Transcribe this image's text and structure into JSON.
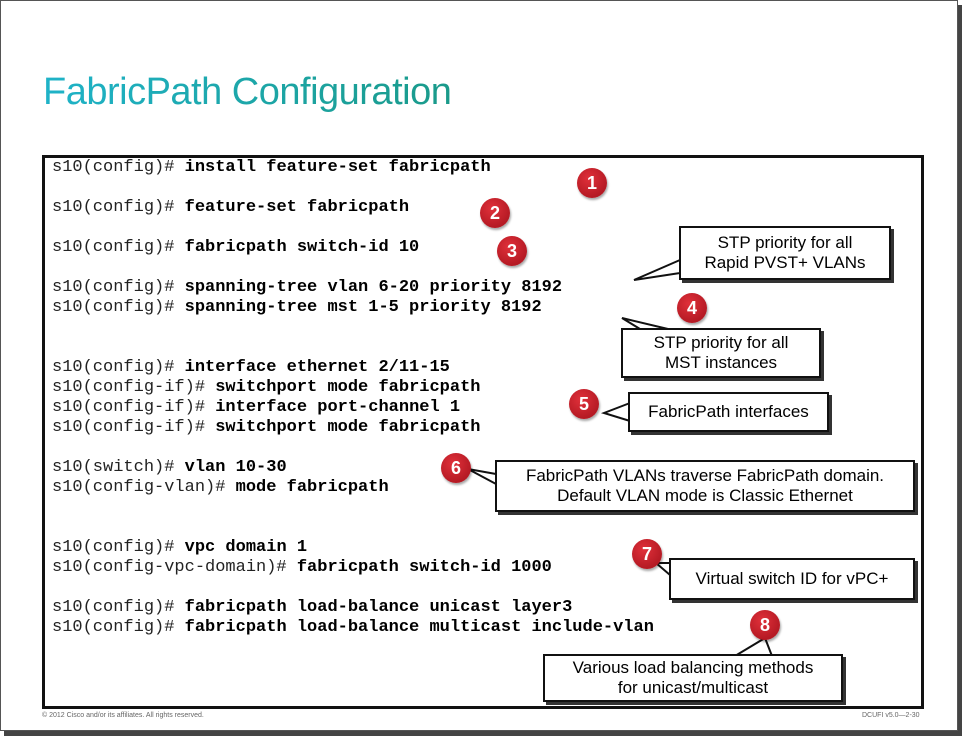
{
  "slide": {
    "title": "FabricPath Configuration",
    "footer_left": "© 2012 Cisco and/or its affiliates. All rights reserved.",
    "footer_right": "DCUFI v5.0—2-30"
  },
  "code_lines": [
    {
      "prompt": "s10(config)# ",
      "cmd": "install feature-set fabricpath"
    },
    {
      "prompt": "s10(config)# ",
      "cmd": "feature-set fabricpath"
    },
    {
      "prompt": "s10(config)# ",
      "cmd": "fabricpath switch-id 10"
    },
    {
      "prompt": "s10(config)# ",
      "cmd": "spanning-tree vlan 6-20 priority 8192"
    },
    {
      "prompt": "s10(config)# ",
      "cmd": "spanning-tree mst 1-5 priority 8192"
    },
    {
      "prompt": "s10(config)# ",
      "cmd": "interface ethernet 2/11-15"
    },
    {
      "prompt": "s10(config-if)# ",
      "cmd": "switchport mode fabricpath"
    },
    {
      "prompt": "s10(config-if)# ",
      "cmd": "interface port-channel 1"
    },
    {
      "prompt": "s10(config-if)# ",
      "cmd": "switchport mode fabricpath"
    },
    {
      "prompt": "s10(switch)# ",
      "cmd": "vlan 10-30"
    },
    {
      "prompt": "s10(config-vlan)# ",
      "cmd": "mode fabricpath"
    },
    {
      "prompt": "s10(config)# ",
      "cmd": "vpc domain 1"
    },
    {
      "prompt": "s10(config-vpc-domain)# ",
      "cmd": "fabricpath switch-id 1000"
    },
    {
      "prompt": "s10(config)# ",
      "cmd": "fabricpath load-balance unicast layer3"
    },
    {
      "prompt": "s10(config)# ",
      "cmd": "fabricpath load-balance multicast include-vlan"
    }
  ],
  "badges": [
    "1",
    "2",
    "3",
    "4",
    "5",
    "6",
    "7",
    "8"
  ],
  "callouts": {
    "stp_pvst": {
      "line1": "STP priority for all",
      "line2": "Rapid PVST+ VLANs"
    },
    "stp_mst": {
      "line1": "STP priority for all",
      "line2": "MST instances"
    },
    "fp_interfaces": {
      "line1": "FabricPath interfaces"
    },
    "fp_vlans": {
      "line1": "FabricPath VLANs traverse FabricPath domain.",
      "line2": "Default VLAN mode is Classic Ethernet"
    },
    "vpc_plus": {
      "line1": "Virtual switch ID for vPC+"
    },
    "load_balance": {
      "line1": "Various load balancing methods",
      "line2": "for unicast/multicast"
    }
  },
  "colors": {
    "badge": "#c8202a",
    "title_start": "#1fb3c8",
    "title_end": "#1a9a8a"
  }
}
